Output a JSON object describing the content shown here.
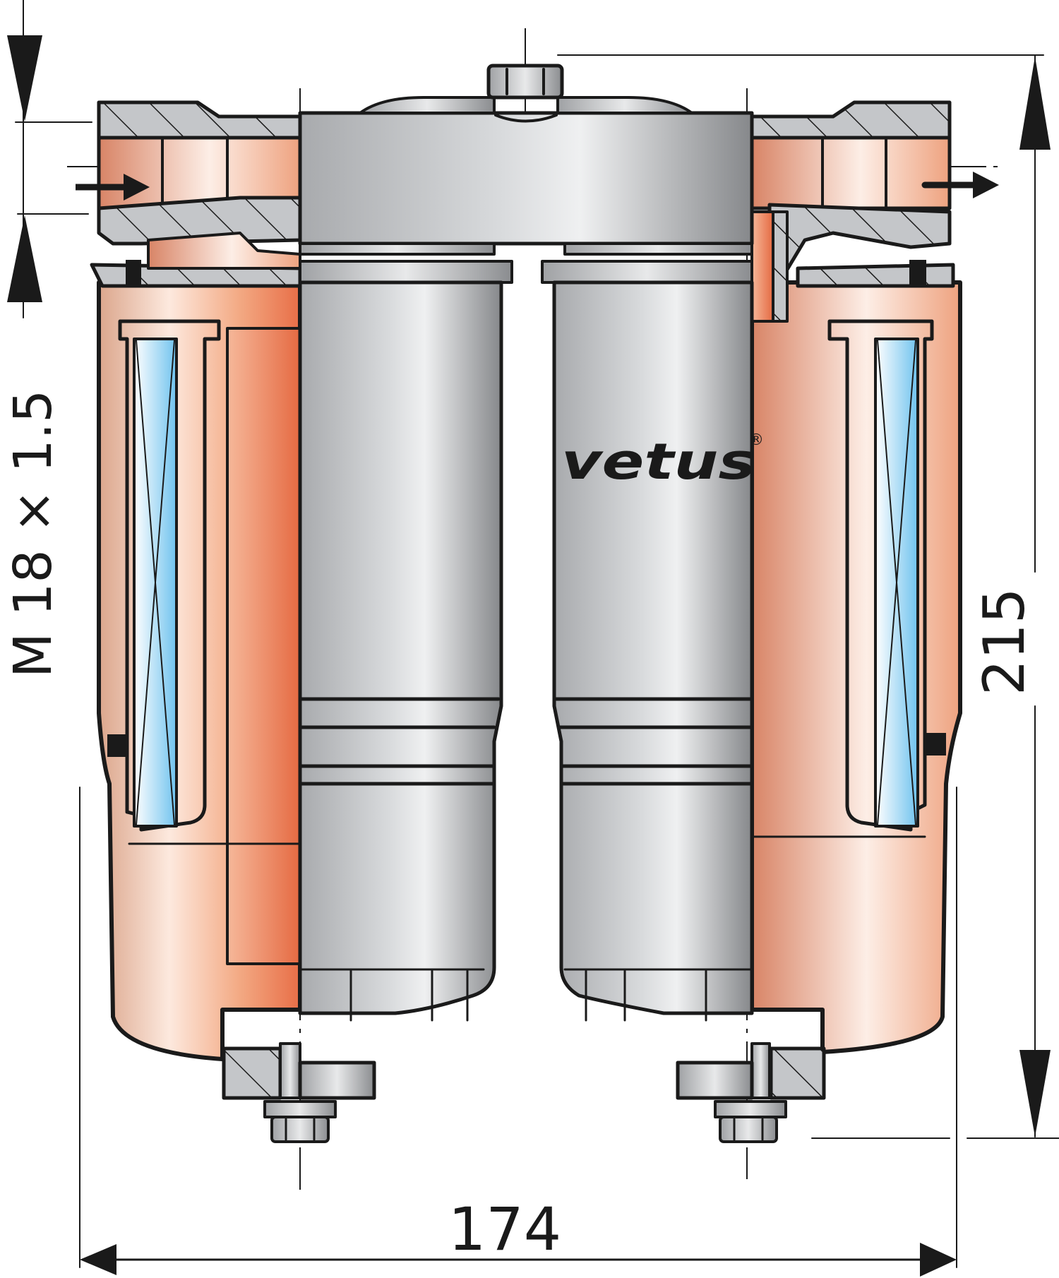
{
  "diagram": {
    "subject": "Twin fuel filter / water separator cross-section",
    "brand_logo": "vetus",
    "registered_mark": "®",
    "dimensions": {
      "width_label": "174",
      "height_label": "215",
      "thread_label": "M 18 × 1.5"
    },
    "flow": {
      "inlet_arrow": "inlet-right",
      "outlet_arrow": "outlet-right"
    },
    "colors": {
      "housing_copper": "#e8845e",
      "housing_light": "#fbe4d8",
      "metal_gray": "#b9bbbe",
      "metal_light": "#eceeef",
      "metal_dark": "#8c8e91",
      "glass_blue": "#7fc8ef",
      "outline": "#1a1a1a"
    }
  }
}
